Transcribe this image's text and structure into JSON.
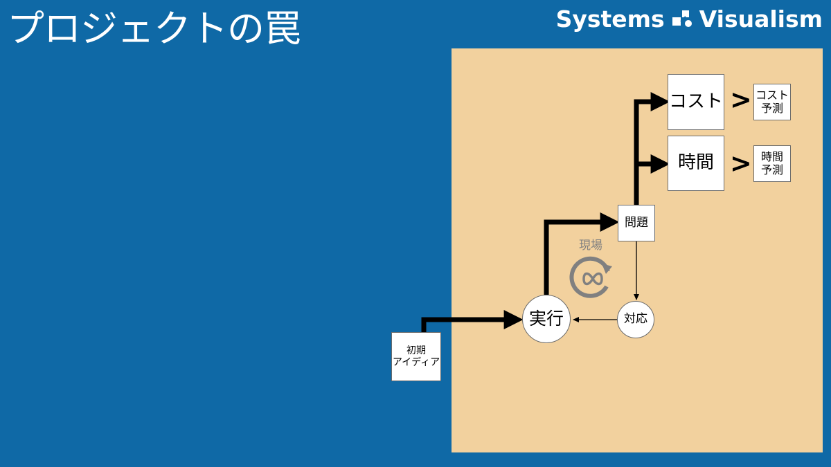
{
  "title": "プロジェクトの罠",
  "brand": {
    "name_left": "Systems",
    "name_right": "Visualism",
    "logo_icon": "systems-visualism-logo-icon",
    "accent": "#0f69a6"
  },
  "colors": {
    "background": "#0f69a6",
    "panel": "#f2d19e",
    "arrow": "#000000",
    "loop_icon": "#808080"
  },
  "diagram": {
    "initial_idea": {
      "line1": "初期",
      "line2": "アイディア"
    },
    "execution": "実行",
    "problem": "問題",
    "response": "対応",
    "field_label": "現場",
    "loop_icon": "infinity-loop-icon",
    "cost": "コスト",
    "time": "時間",
    "greater_than": ">",
    "cost_forecast": {
      "line1": "コスト",
      "line2": "予測"
    },
    "time_forecast": {
      "line1": "時間",
      "line2": "予測"
    }
  }
}
